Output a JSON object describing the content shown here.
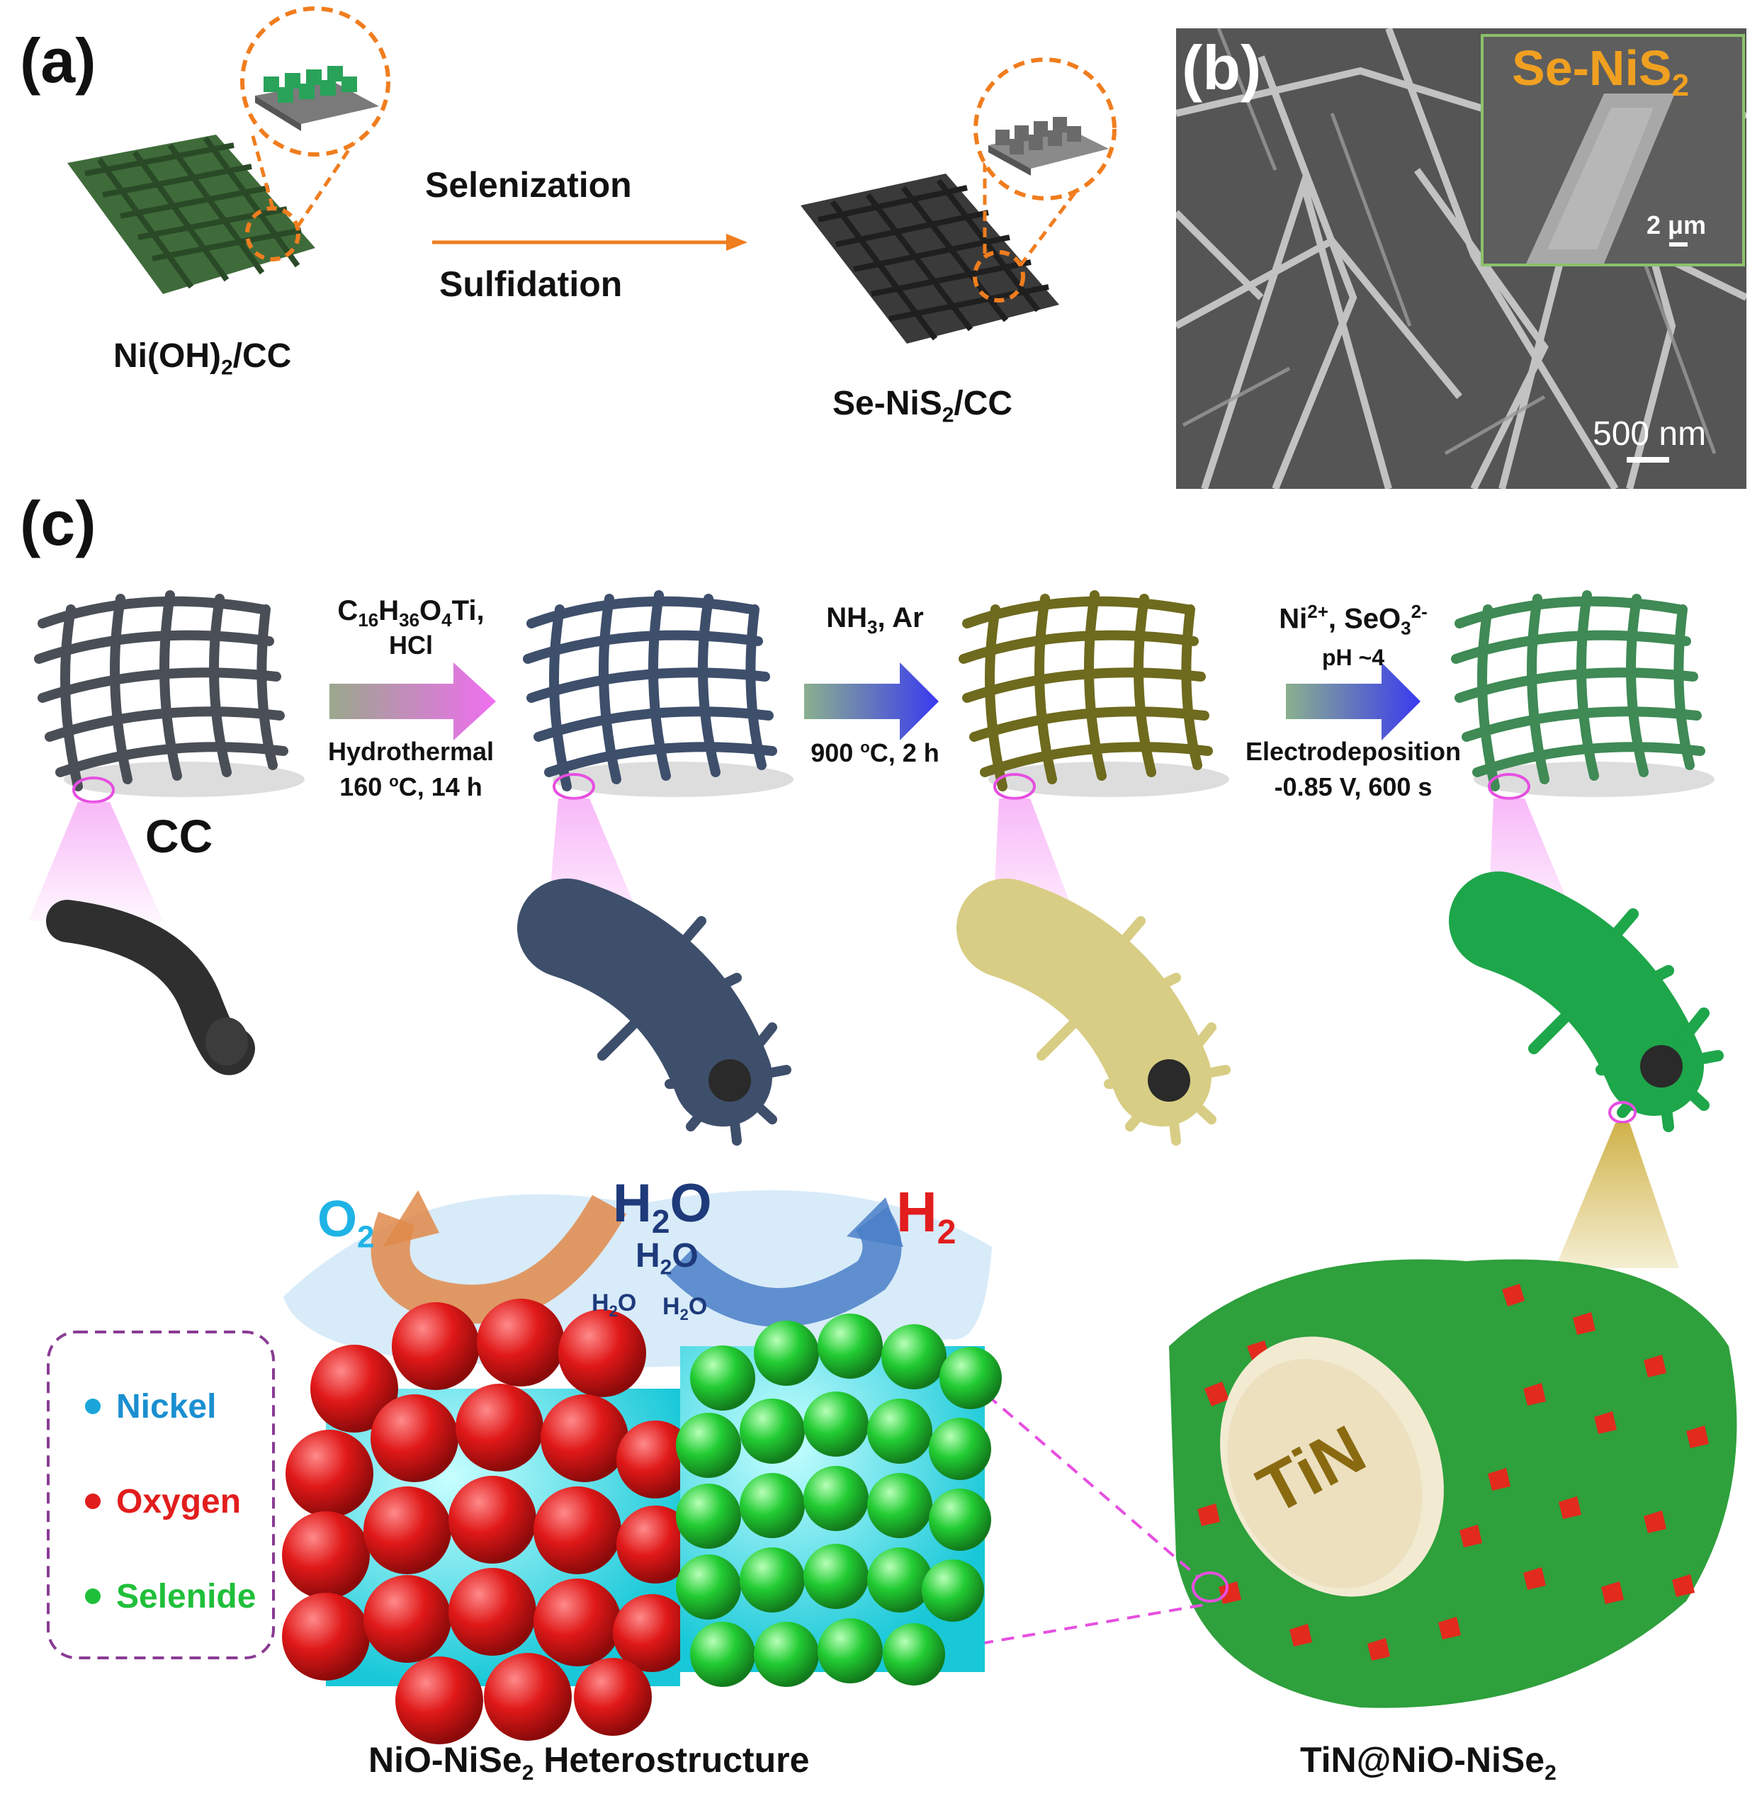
{
  "panels": {
    "a": {
      "label": "(a)",
      "start_material": "Ni(OH)",
      "start_material_sub": "2",
      "start_material_tail": "/CC",
      "step_top": "Selenization",
      "step_bottom": "Sulfidation",
      "product": "Se-NiS",
      "product_sub": "2",
      "product_tail": "/CC"
    },
    "b": {
      "label": "(b)",
      "inset_title": "Se-NiS",
      "inset_title_sub": "2",
      "inset_scale": "2 μm",
      "scale_bar": "500 nm"
    },
    "c": {
      "label": "(c)",
      "cc_label": "CC",
      "step1_reagent_line1": "C16H36O4Ti,",
      "step1_reagent_line2": "HCl",
      "step1_cond_line1": "Hydrothermal",
      "step1_cond_line2": "160 °C, 14 h",
      "step2_reagent": "NH3, Ar",
      "step2_cond": "900 °C, 2 h",
      "step3_reagent": "Ni2+, SeO32-",
      "step3_ph": "pH ~4",
      "step3_cond_line1": "Electrodeposition",
      "step3_cond_line2": "-0.85 V, 600 s",
      "o2": "O2",
      "h2o": "H2O",
      "h2": "H2",
      "core_label": "TiN",
      "legend": [
        {
          "label": "Nickel",
          "color": "#1aa6d9"
        },
        {
          "label": "Oxygen",
          "color": "#e21d1d"
        },
        {
          "label": "Selenide",
          "color": "#1fbf3a"
        }
      ],
      "caption_left": "NiO-NiSe",
      "caption_left_sub": "2",
      "caption_left_tail": " Heterostructure",
      "caption_right": "TiN@NiO-NiSe",
      "caption_right_sub": "2"
    }
  },
  "colors": {
    "orange": "#f07d1e",
    "green_fabric": "#3f6b3a",
    "gray_fabric": "#3a3a3a",
    "blue_fabric": "#3e4f6b",
    "olive_fabric": "#6e6a1e",
    "green_product": "#2f9a55",
    "pink": "#e64fe0",
    "legend_border": "#8a3b94"
  }
}
